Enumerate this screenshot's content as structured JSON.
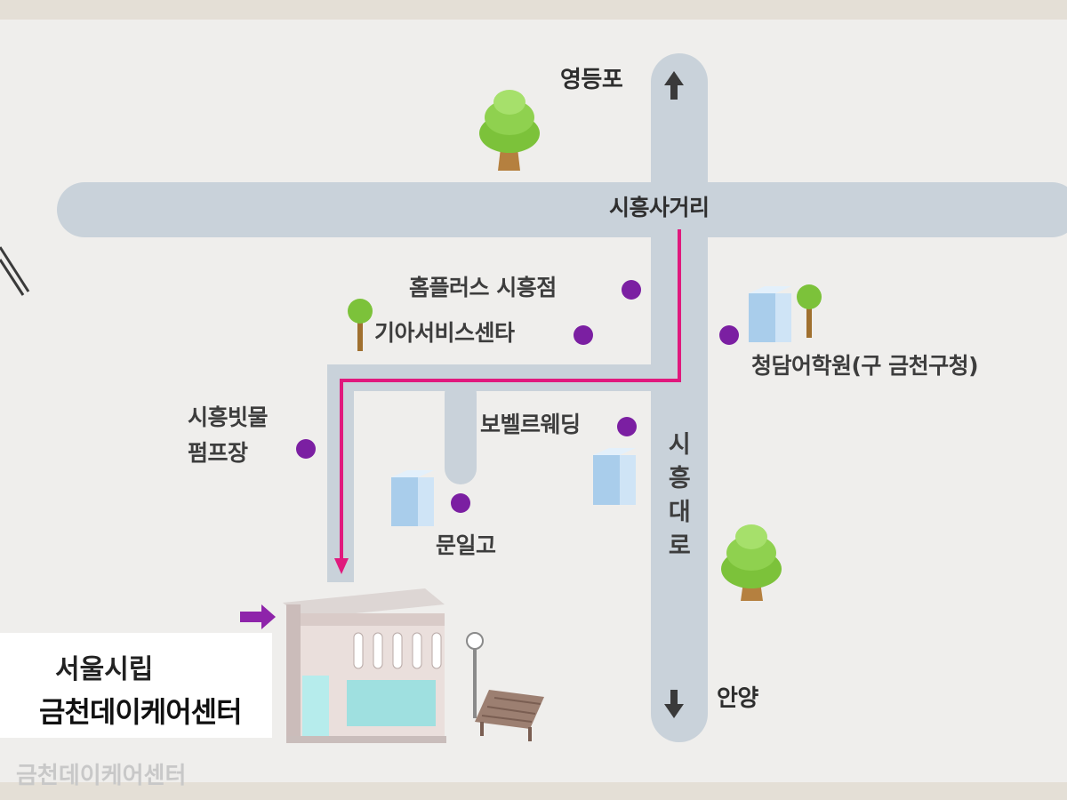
{
  "directions": {
    "north": "영등포",
    "south": "안양"
  },
  "roads": {
    "intersection": "시흥사거리",
    "main_avenue": "시흥대로"
  },
  "landmarks": {
    "homeplus": "홈플러스  시흥점",
    "kia_service": "기아서비스센타",
    "cheongdam": "청담어학원(구 금천구청)",
    "pump_station_line1": "시흥빗물",
    "pump_station_line2": "펌프장",
    "bovelle": "보벨르웨딩",
    "munil": "문일고"
  },
  "destination": {
    "line1": "서울시립",
    "line2": "금천데이케어센터",
    "faded_text": "금천데이케어센터"
  },
  "colors": {
    "background": "#efeeec",
    "road": "#c9d2da",
    "route": "#e0197d",
    "marker": "#7b1fa2",
    "building": "#b8d8f2",
    "tree": "#8fd14f"
  }
}
